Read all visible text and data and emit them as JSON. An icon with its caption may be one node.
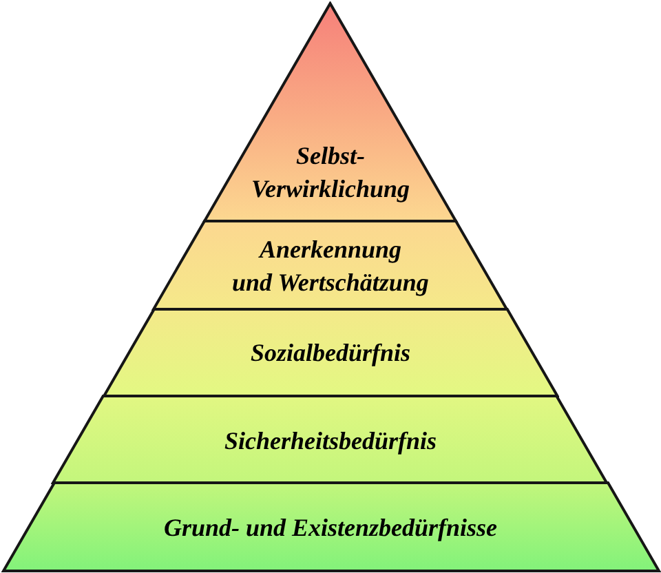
{
  "diagram": {
    "nodes": [
      {
        "text": [
          "Selbst- Verwirklichung"
        ]
      },
      {
        "text": [
          "Anerkennung und Wertschätzung"
        ]
      },
      {
        "text": [
          "Sozialbedürfnis"
        ]
      },
      {
        "text": [
          "Sicherheitsbedürfnis"
        ]
      },
      {
        "text": [
          "Grund- und Existenzbedürfnisse"
        ]
      }
    ]
  }
}
